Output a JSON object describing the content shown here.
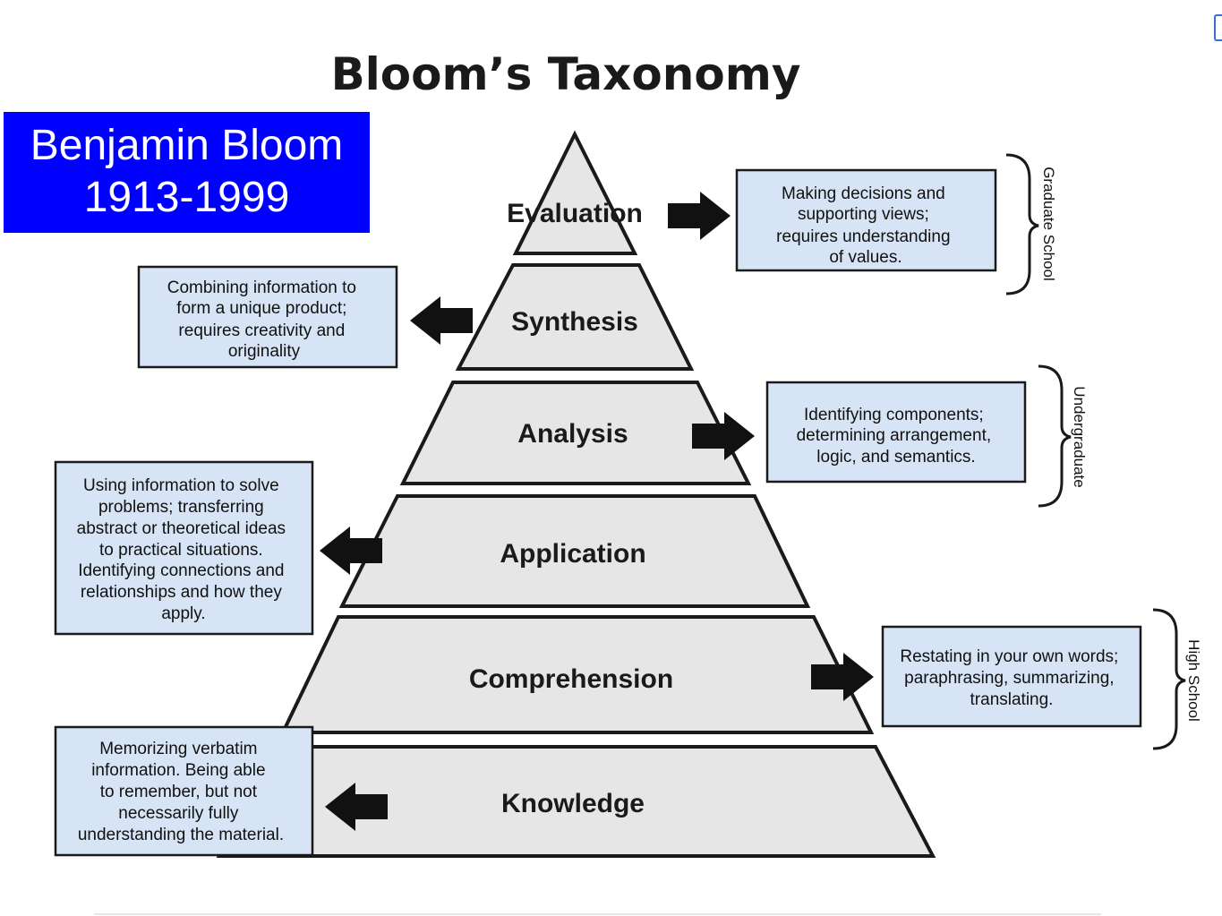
{
  "title": "Bloom’s Taxonomy",
  "badge": {
    "name": "Benjamin Bloom",
    "years": "1913-1999"
  },
  "levels": [
    {
      "label": "Evaluation",
      "description": [
        "Making decisions and",
        "supporting views;",
        "requires understanding",
        "of values."
      ]
    },
    {
      "label": "Synthesis",
      "description": [
        "Combining information to",
        "form a unique product;",
        "requires creativity and",
        "originality"
      ]
    },
    {
      "label": "Analysis",
      "description": [
        "Identifying components;",
        "determining arrangement,",
        "logic, and semantics."
      ]
    },
    {
      "label": "Application",
      "description": [
        "Using information to solve",
        "problems; transferring",
        "abstract or theoretical ideas",
        "to practical situations.",
        "Identifying connections and",
        "relationships and how they",
        "apply."
      ]
    },
    {
      "label": "Comprehension",
      "description": [
        "Restating in your own words;",
        "paraphrasing, summarizing,",
        "translating."
      ]
    },
    {
      "label": "Knowledge",
      "description": [
        "Memorizing verbatim",
        "information. Being able",
        "to remember, but not",
        "necessarily fully",
        "understanding the material."
      ]
    }
  ],
  "education_levels": [
    "Graduate School",
    "Undergraduate",
    "High School"
  ],
  "colors": {
    "badge_bg": "#0000ff",
    "box_fill": "#d6e4f5",
    "tier_fill": "#e6e6e6",
    "outline": "#1a1a1a"
  }
}
